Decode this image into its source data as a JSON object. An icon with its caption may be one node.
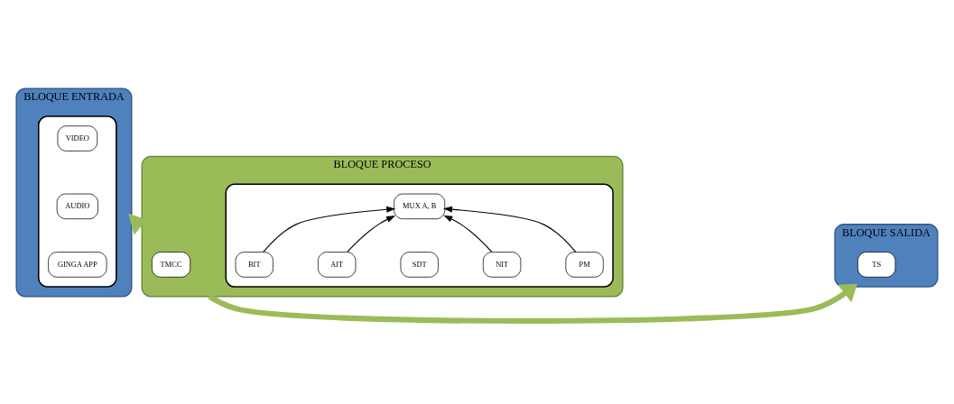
{
  "diagram": {
    "nodes": [
      {
        "text": [
          "BLOQUE ENTRADA"
        ]
      },
      {
        "text": [],
        "shape": "box",
        "in": 0
      },
      {
        "text": [
          "VIDEO"
        ],
        "in": 1
      },
      {
        "text": [
          "AUDIO"
        ],
        "in": 1
      },
      {
        "text": [
          "GINGA APP"
        ],
        "in": 1
      },
      {
        "text": [
          "BLOQUE PROCESO"
        ]
      },
      {
        "text": [],
        "shape": "box",
        "in": 5
      },
      {
        "text": [
          "MUX A, B"
        ],
        "in": 6
      },
      {
        "text": [
          "PM"
        ],
        "in": 6
      },
      {
        "text": [
          "NIT"
        ],
        "in": 6
      },
      {
        "text": [
          "SDT"
        ],
        "in": 6
      },
      {
        "text": [
          "AIT"
        ],
        "in": 6
      },
      {
        "text": [
          "BIT"
        ],
        "in": 6
      },
      {
        "text": [
          "TMCC"
        ],
        "in": 5
      },
      {
        "text": [
          "BLOQUE SALIDA"
        ]
      },
      {
        "text": [
          "TS"
        ],
        "in": 14
      }
    ],
    "edges": [
      {
        "from": 8,
        "to": 7,
        "arrow": "to"
      },
      {
        "from": 9,
        "to": 7,
        "arrow": "to"
      },
      {
        "from": 11,
        "to": 7,
        "arrow": "to"
      },
      {
        "from": 12,
        "to": 7,
        "arrow": "to"
      },
      {
        "from": 0,
        "to": 5,
        "arrow": "to",
        "style": "thick",
        "color": "#9bbb59"
      },
      {
        "from": 5,
        "to": 14,
        "arrow": "to",
        "style": "thick",
        "color": "#9bbb59"
      }
    ]
  }
}
